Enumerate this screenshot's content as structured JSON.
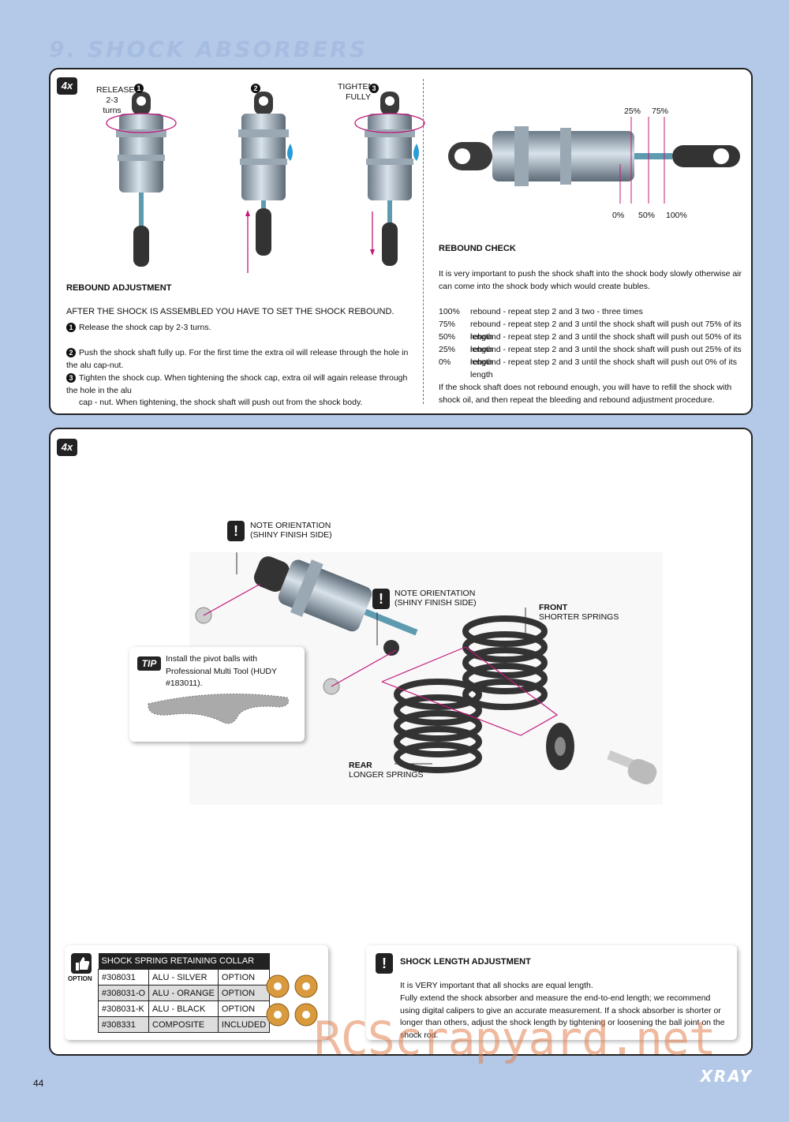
{
  "section_title": "9. SHOCK ABSORBERS",
  "qty": "4x",
  "panel1": {
    "step_labels": {
      "one_num": "1",
      "one_text": "RELEASE\n2-3 turns",
      "two_num": "2",
      "three_num": "3",
      "three_text": "TIGHTEN\nFULLY"
    },
    "rebound_adjustment": {
      "heading": "REBOUND ADJUSTMENT",
      "intro": "AFTER THE SHOCK IS ASSEMBLED YOU HAVE TO SET THE SHOCK REBOUND.",
      "step1": "Release the shock cap by 2-3 turns.",
      "step2": "Push the shock shaft fully up. For the first time the extra oil will release through the hole in the alu cap-nut.",
      "step3a": "Tighten the shock cup. When tightening the shock cap, extra oil will again release through the hole in the alu",
      "step3b": "cap - nut. When tightening, the shock shaft will push out from the shock body."
    },
    "diagram_labels": {
      "p25": "25%",
      "p75": "75%",
      "p0": "0%",
      "p50": "50%",
      "p100": "100%"
    },
    "rebound_check": {
      "heading": "REBOUND CHECK",
      "intro": "It is very important to push the shock shaft into the shock body slowly otherwise air can come into the shock body which would create bubles.",
      "rows": [
        {
          "pct": "100%",
          "text": "rebound - repeat step 2 and 3 two - three times"
        },
        {
          "pct": "75%",
          "text": "rebound - repeat step 2 and 3  until the shock shaft will push out 75% of its length"
        },
        {
          "pct": "50%",
          "text": "rebound - repeat step 2 and 3  until the shock shaft will push out 50% of its length"
        },
        {
          "pct": "25%",
          "text": "rebound - repeat step 2 and 3  until the shock shaft will push out 25% of its length"
        },
        {
          "pct": "0%",
          "text": "rebound - repeat step 2 and 3  until the shock shaft will push out 0% of its length"
        }
      ],
      "footer": "If the shock shaft does not rebound enough, you will have to refill the shock with shock oil, and then repeat the bleeding and rebound adjustment procedure."
    }
  },
  "panel2": {
    "note1": "NOTE ORIENTATION\n(SHINY FINISH SIDE)",
    "note2": "NOTE ORIENTATION\n(SHINY FINISH SIDE)",
    "front_label": "FRONT",
    "front_sub": "SHORTER SPRINGS",
    "rear_label": "REAR",
    "rear_sub": "LONGER SPRINGS",
    "tip": {
      "label": "TIP",
      "text": "Install the pivot balls with Professional Multi Tool (HUDY #183011)."
    },
    "option": {
      "icon_label": "OPTION",
      "table_title": "SHOCK SPRING RETAINING COLLAR",
      "rows": [
        {
          "code": "#308031",
          "name": "ALU - SILVER",
          "status": "OPTION"
        },
        {
          "code": "#308031-O",
          "name": "ALU - ORANGE",
          "status": "OPTION"
        },
        {
          "code": "#308031-K",
          "name": "ALU - BLACK",
          "status": "OPTION"
        },
        {
          "code": "#308331",
          "name": "COMPOSITE",
          "status": "INCLUDED"
        }
      ]
    },
    "length": {
      "heading": "SHOCK LENGTH ADJUSTMENT",
      "line1": "It is VERY important that all shocks are equal length.",
      "line2": "Fully extend the shock absorber and measure the end-to-end length; we recommend using digital calipers to give an accurate measurement. If a shock absorber is shorter or longer than others, adjust the shock length by tightening or loosening the ball joint on the shock rod."
    }
  },
  "page_number": "44",
  "brand": "XRAY",
  "watermark": "RCScrapyard.net"
}
